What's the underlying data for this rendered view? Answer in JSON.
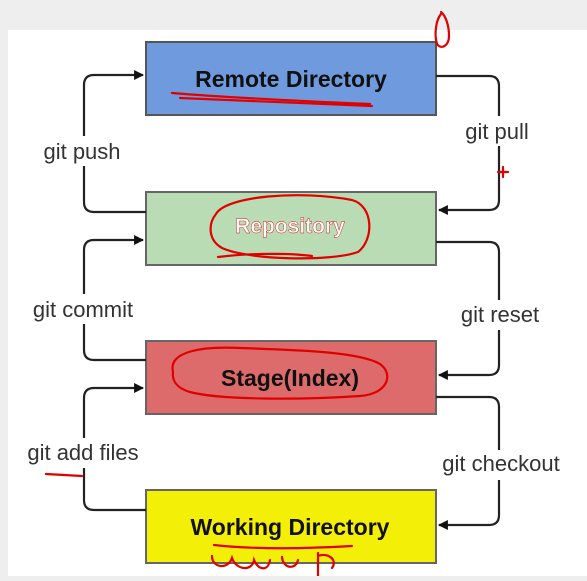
{
  "boxes": {
    "remote": {
      "label": "Remote Directory",
      "fill": "#6f9bde"
    },
    "repository": {
      "label": "Repository",
      "fill": "#b9dcb4"
    },
    "stage": {
      "label": "Stage(Index)",
      "fill": "#de6b6b"
    },
    "working": {
      "label": "Working Directory",
      "fill": "#f4ef06"
    }
  },
  "edges": {
    "push": "git push",
    "pull": "git pull",
    "commit": "git commit",
    "reset": "git reset",
    "add": "git add files",
    "checkout": "git checkout"
  },
  "annotation_color": "#e00000"
}
